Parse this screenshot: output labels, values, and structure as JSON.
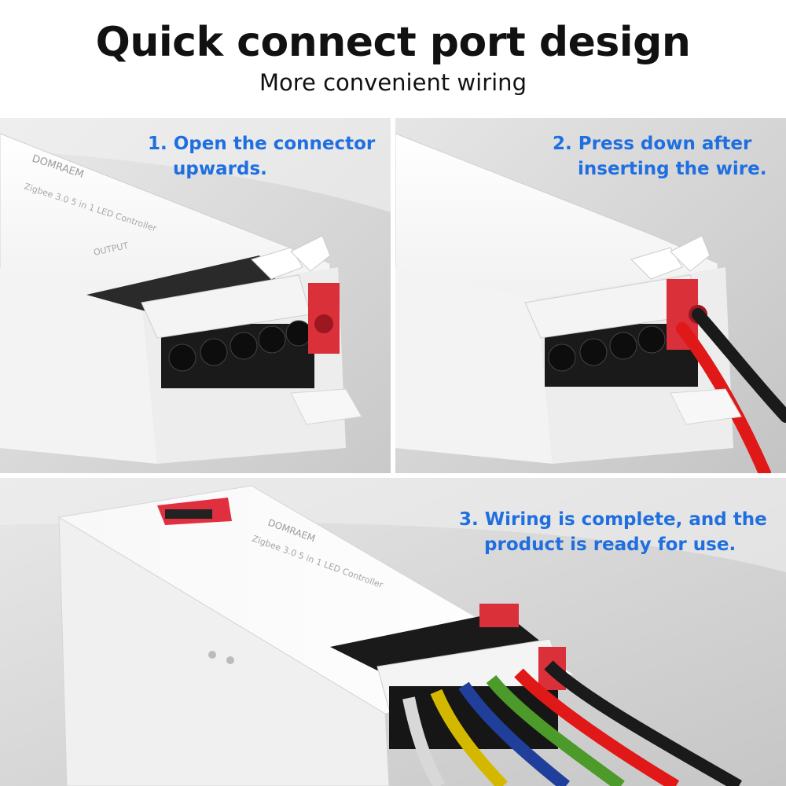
{
  "header": {
    "title": "Quick connect port design",
    "subtitle": "More convenient wiring"
  },
  "steps": [
    {
      "caption": "1. Open the connector\n    upwards."
    },
    {
      "caption": "2. Press down after\n    inserting the wire."
    },
    {
      "caption": "3. Wiring is complete, and the\n    product is ready for use."
    }
  ],
  "device": {
    "brand": "DOMRAEM",
    "model": "Zigbee 3.0 5 in 1 LED Controller",
    "label_output": "OUTPUT"
  },
  "colors": {
    "caption": "#1f6fe0",
    "wire_white": "#d8d8d8",
    "wire_yellow": "#d4b800",
    "wire_blue": "#1f3f9a",
    "wire_green": "#4c9a2a",
    "wire_red": "#e01818",
    "wire_black": "#1a1a1a",
    "terminal_red": "#d9303a"
  }
}
